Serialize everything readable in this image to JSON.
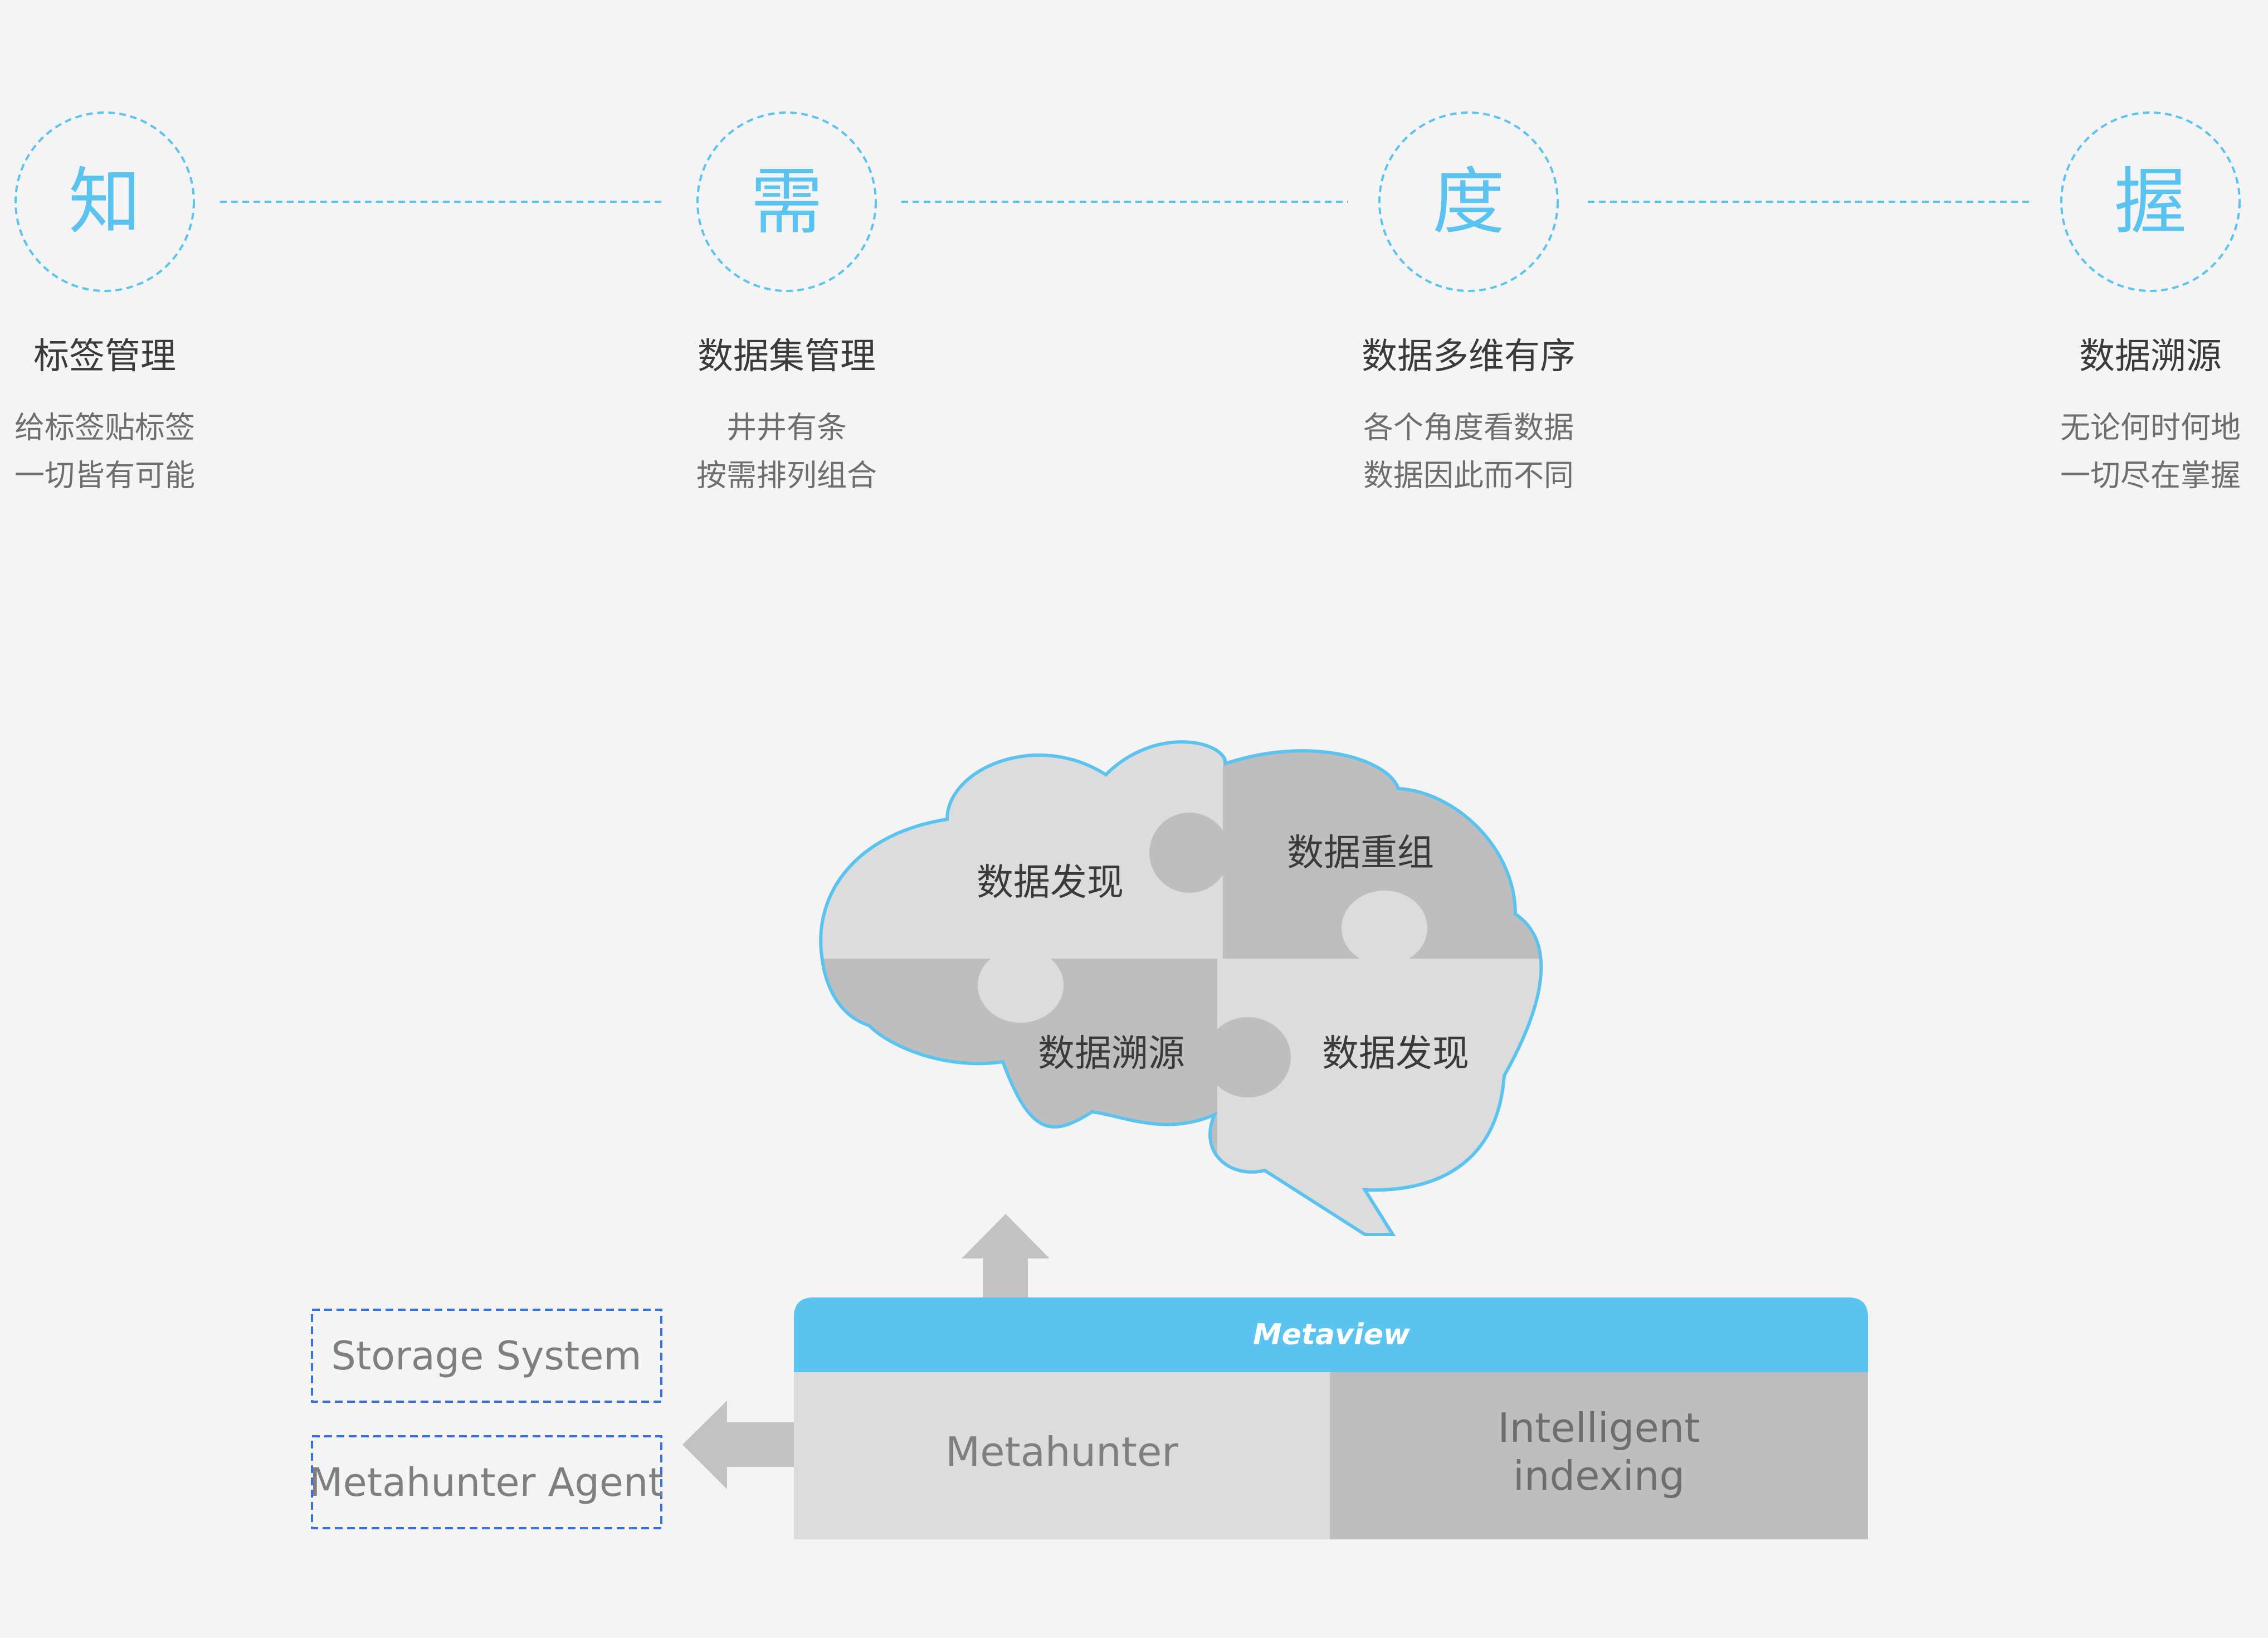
{
  "colors": {
    "background": "#f4f4f4",
    "accent": "#5bc3f0",
    "light_gray": "#dcdcdc",
    "mid_gray": "#bebebe",
    "arrow_gray": "#c2c2c2",
    "dashed_box": "#3a6fe0",
    "text_dark": "#3a3a3a",
    "text_muted": "#6e6e6e",
    "text_light": "#7f7f7f"
  },
  "steps": [
    {
      "glyph": "知",
      "title": "标签管理",
      "line1": "给标签贴标签",
      "line2": "一切皆有可能"
    },
    {
      "glyph": "需",
      "title": "数据集管理",
      "line1": "井井有条",
      "line2": "按需排列组合"
    },
    {
      "glyph": "度",
      "title": "数据多维有序",
      "line1": "各个角度看数据",
      "line2": "数据因此而不同"
    },
    {
      "glyph": "握",
      "title": "数据溯源",
      "line1": "无论何时何地",
      "line2": "一切尽在掌握"
    }
  ],
  "cloud": {
    "top_left": "数据发现",
    "top_right": "数据重组",
    "bottom_left": "数据溯源",
    "bottom_right": "数据发现"
  },
  "platform": {
    "header": "Metaview",
    "left_cell": "Metahunter",
    "right_line1": "Intelligent",
    "right_line2": "indexing"
  },
  "external": {
    "box1": "Storage System",
    "box2": "Metahunter Agent"
  }
}
